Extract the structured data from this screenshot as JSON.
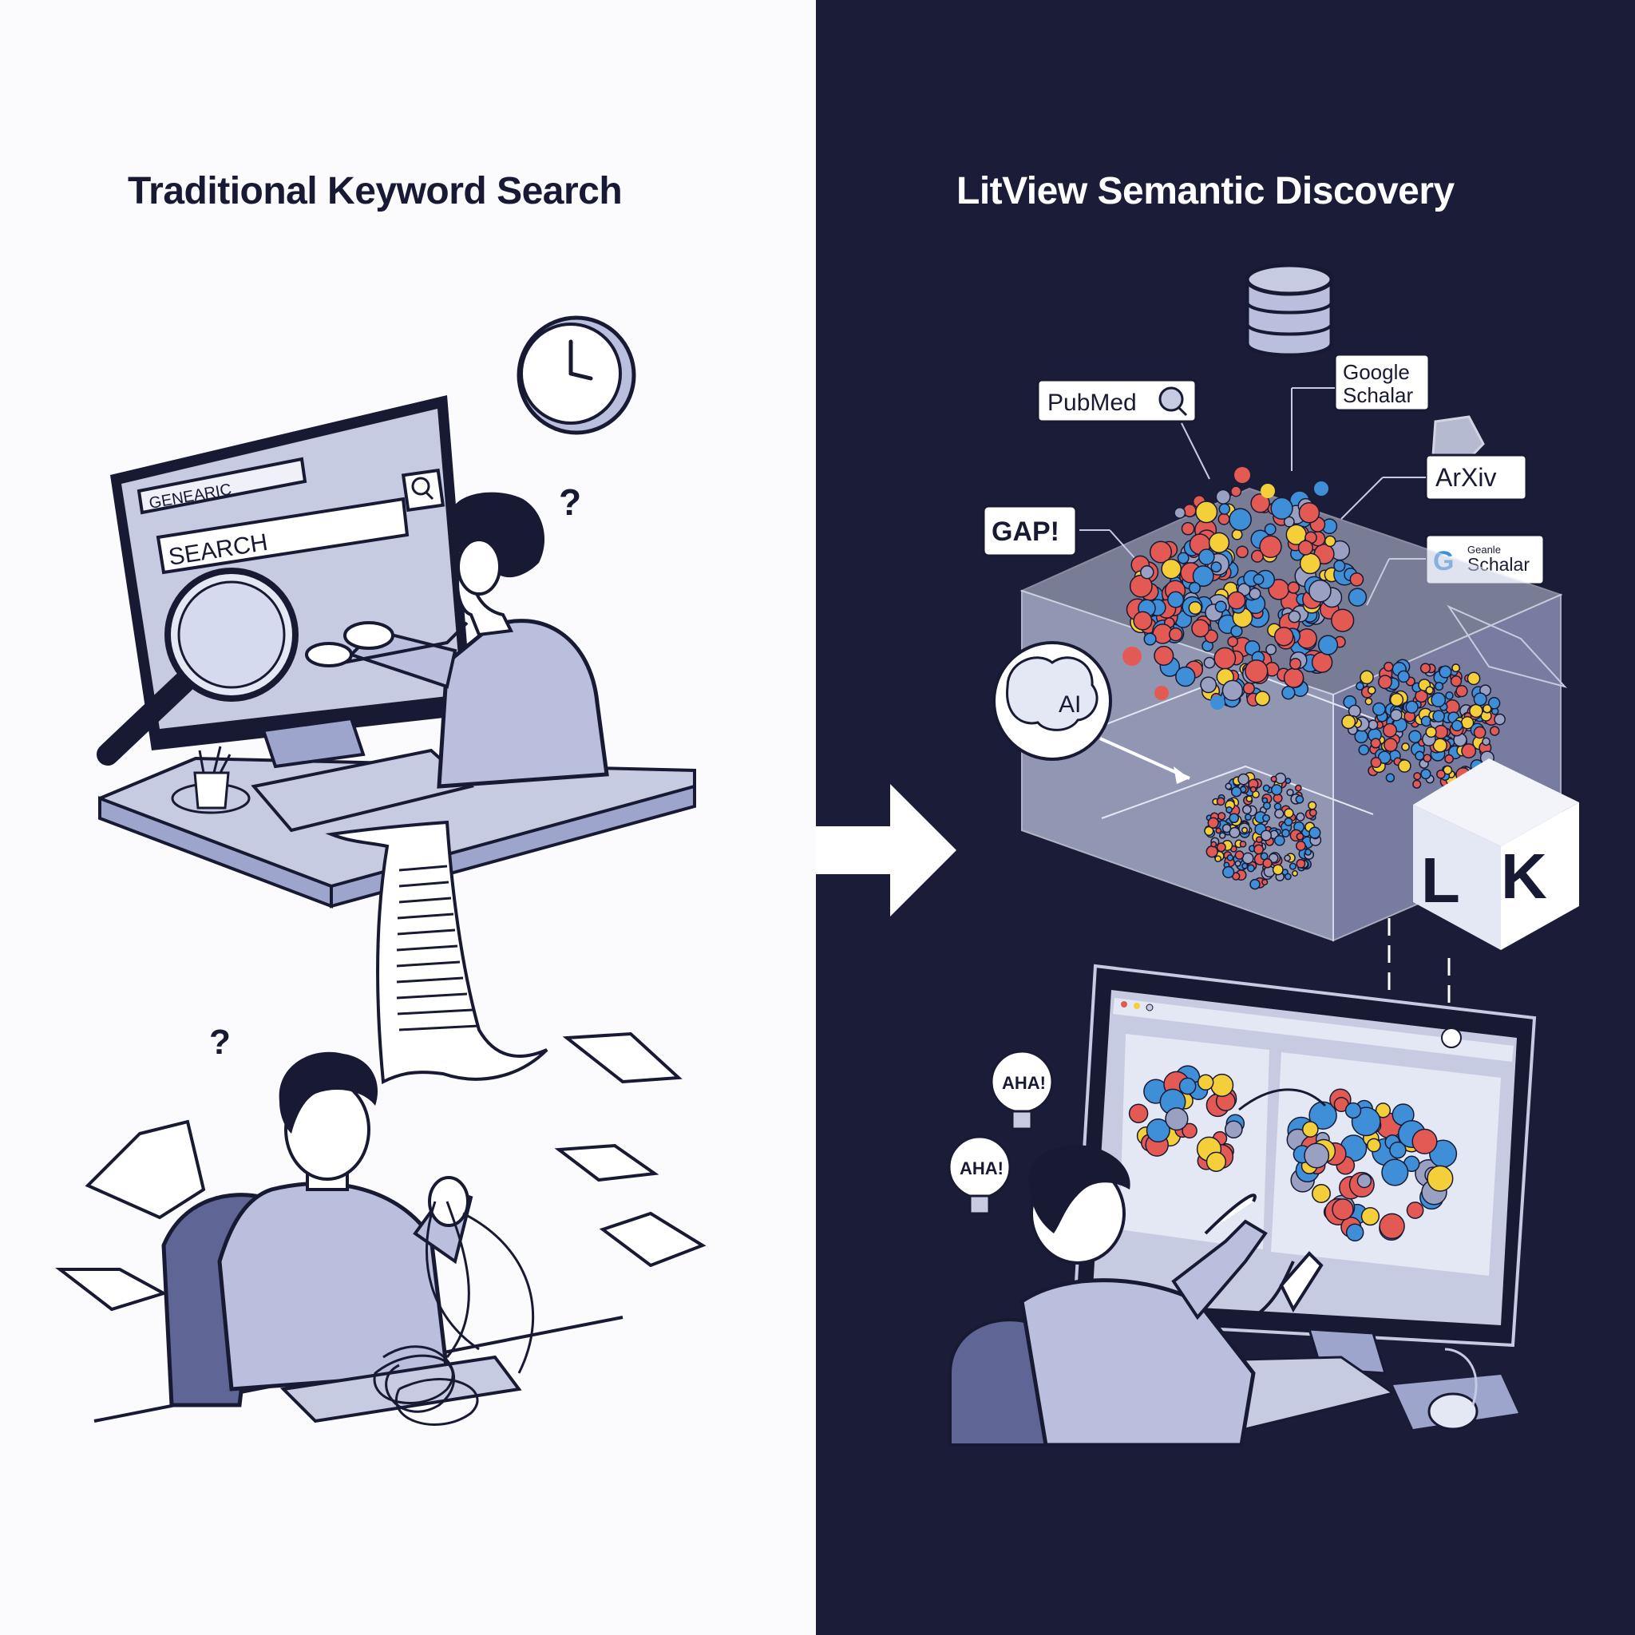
{
  "headings": {
    "left": "Traditional Keyword Search",
    "right": "LitView Semantic Discovery"
  },
  "left_scene": {
    "search_field_top": "GENEARIC",
    "search_field_main": "SEARCH",
    "question_mark": "?"
  },
  "right_scene": {
    "sources": {
      "pubmed": "PubMed",
      "google_scholar_line1": "Google",
      "google_scholar_line2": "Schalar",
      "arxiv": "ArXiv",
      "gs_small": "Geanle",
      "gs_main": "Schalar"
    },
    "callouts": {
      "gap": "GAP!",
      "ai": "AI",
      "aha": "AHA!"
    },
    "logo": {
      "letter_l": "L",
      "letter_k": "K"
    }
  },
  "colors": {
    "left_bg": "#fbfbfd",
    "right_bg": "#1b1d38",
    "ink": "#181a33",
    "fill_lavender": "#b9bfdc",
    "dot_red": "#e35a54",
    "dot_blue": "#3f8fd8",
    "dot_yellow": "#f4cf3a",
    "dot_grey": "#9aa0c2"
  }
}
